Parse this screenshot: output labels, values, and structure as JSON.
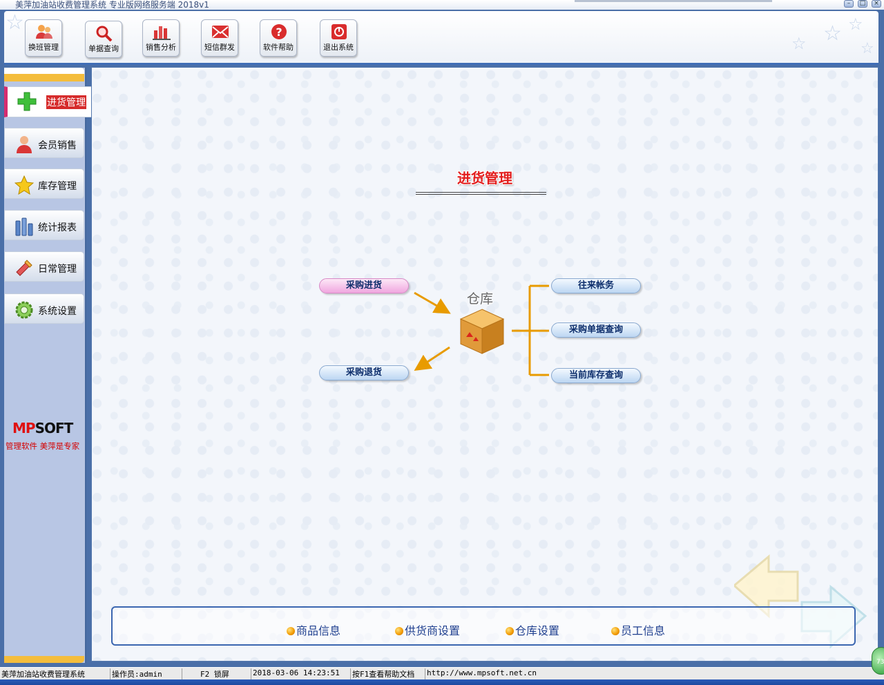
{
  "window": {
    "title": "美萍加油站收费管理系统 专业版网络服务端 2018v1",
    "buttons": [
      "–",
      "□",
      "×"
    ]
  },
  "toolbar": {
    "buttons": [
      {
        "label": "换班管理",
        "icon": "users-icon"
      },
      {
        "label": "单据查询",
        "icon": "magnifier-icon"
      },
      {
        "label": "销售分析",
        "icon": "bar-chart-icon"
      },
      {
        "label": "短信群发",
        "icon": "mail-icon"
      },
      {
        "label": "软件帮助",
        "icon": "help-icon"
      },
      {
        "label": "退出系统",
        "icon": "power-icon"
      }
    ]
  },
  "sidebar": {
    "active": {
      "label": "进货管理",
      "icon": "plus-icon"
    },
    "items": [
      {
        "label": "会员销售",
        "icon": "person-icon"
      },
      {
        "label": "库存管理",
        "icon": "star-icon"
      },
      {
        "label": "统计报表",
        "icon": "bars-icon"
      },
      {
        "label": "日常管理",
        "icon": "tools-icon"
      },
      {
        "label": "系统设置",
        "icon": "gear-icon"
      }
    ],
    "brand": {
      "logo_prefix": "MP",
      "logo_suffix": "SOFT",
      "slogan": "管理软件  美萍是专家"
    }
  },
  "main": {
    "title": "进货管理",
    "center_label": "仓库",
    "left_actions": [
      "采购进货",
      "采购退货"
    ],
    "right_actions": [
      "往来帐务",
      "采购单据查询",
      "当前库存查询"
    ],
    "quick_links": [
      "商品信息",
      "供货商设置",
      "仓库设置",
      "员工信息"
    ],
    "colors": {
      "accent": "#e89b00",
      "title": "#e21d1d",
      "frame": "#3b66b0"
    }
  },
  "statusbar": {
    "app": "美萍加油站收费管理系统",
    "operator": "操作员:admin",
    "lock": "F2 锁屏",
    "datetime": "2018-03-06 14:23:51",
    "help": "按F1查看帮助文档",
    "url": "http://www.mpsoft.net.cn"
  },
  "badge": "73"
}
